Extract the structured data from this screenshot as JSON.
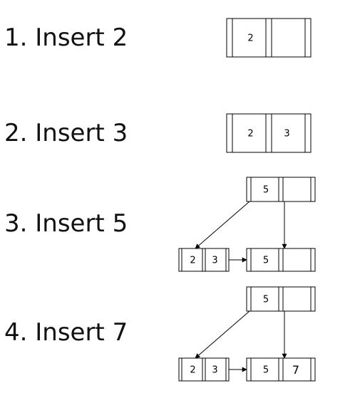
{
  "steps": [
    {
      "label": "1. Insert 2",
      "nodes": [
        {
          "id": "leaf",
          "keys": [
            "2",
            ""
          ]
        }
      ],
      "edges": []
    },
    {
      "label": "2. Insert 3",
      "nodes": [
        {
          "id": "leaf",
          "keys": [
            "2",
            "3"
          ]
        }
      ],
      "edges": []
    },
    {
      "label": "3. Insert 5",
      "nodes": [
        {
          "id": "root",
          "keys": [
            "5",
            ""
          ]
        },
        {
          "id": "left-leaf",
          "keys": [
            "2",
            "3"
          ]
        },
        {
          "id": "right-leaf",
          "keys": [
            "5",
            ""
          ]
        }
      ],
      "edges": [
        {
          "from": "root",
          "to": "left-leaf",
          "kind": "child"
        },
        {
          "from": "root",
          "to": "right-leaf",
          "kind": "child"
        },
        {
          "from": "left-leaf",
          "to": "right-leaf",
          "kind": "sibling"
        }
      ]
    },
    {
      "label": "4. Insert 7",
      "nodes": [
        {
          "id": "root",
          "keys": [
            "5",
            ""
          ]
        },
        {
          "id": "left-leaf",
          "keys": [
            "2",
            "3"
          ]
        },
        {
          "id": "right-leaf",
          "keys": [
            "5",
            "7"
          ]
        }
      ],
      "edges": [
        {
          "from": "root",
          "to": "left-leaf",
          "kind": "child"
        },
        {
          "from": "root",
          "to": "right-leaf",
          "kind": "child"
        },
        {
          "from": "left-leaf",
          "to": "right-leaf",
          "kind": "sibling"
        }
      ]
    }
  ]
}
